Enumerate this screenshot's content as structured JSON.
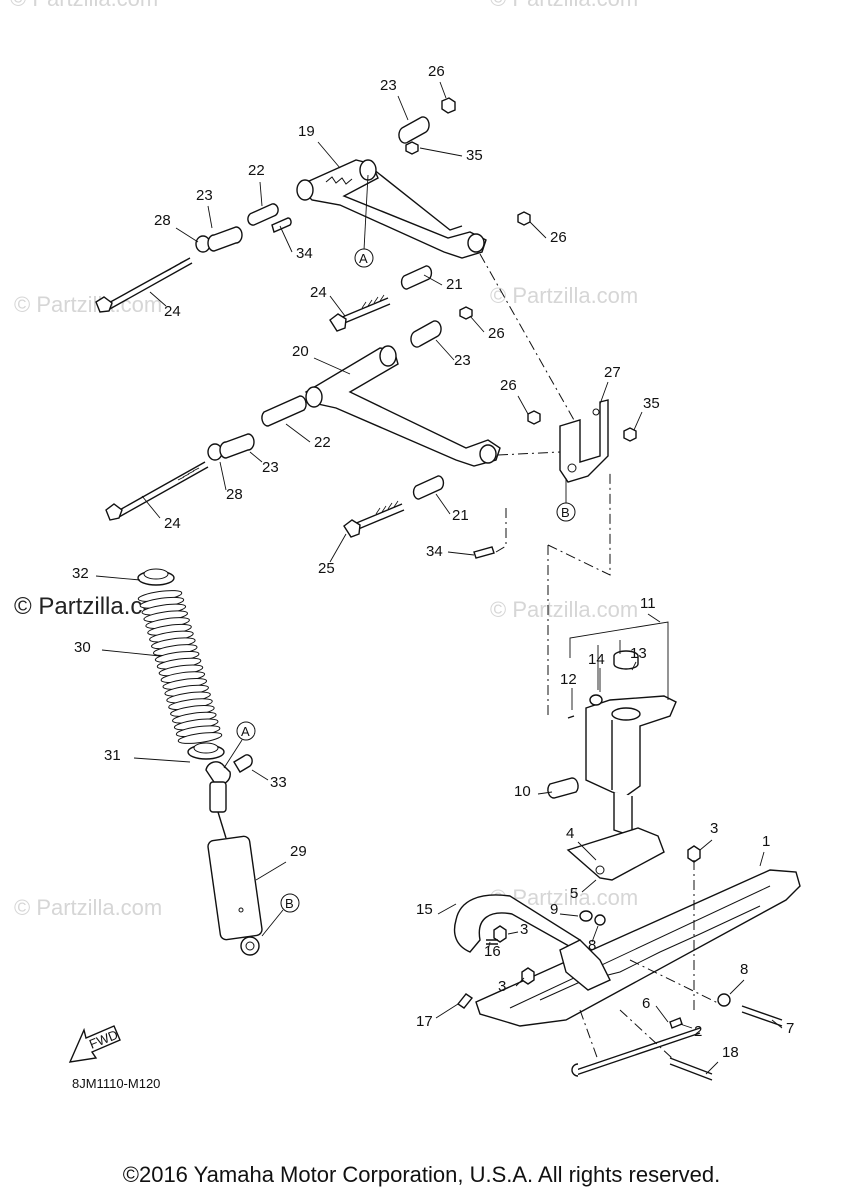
{
  "watermark": "© Partzilla.com",
  "drawing_code": "8JM1110-M120",
  "fwd_label": "FWD",
  "copyright": "©2016 Yamaha Motor Corporation, U.S.A. All rights reserved.",
  "reference_letters": {
    "a": "A",
    "b": "B"
  },
  "callouts": [
    "1",
    "2",
    "3",
    "4",
    "5",
    "6",
    "7",
    "8",
    "9",
    "10",
    "11",
    "12",
    "13",
    "14",
    "15",
    "16",
    "17",
    "18",
    "19",
    "20",
    "21",
    "22",
    "23",
    "24",
    "25",
    "26",
    "27",
    "28",
    "29",
    "30",
    "31",
    "32",
    "33",
    "34",
    "35"
  ]
}
